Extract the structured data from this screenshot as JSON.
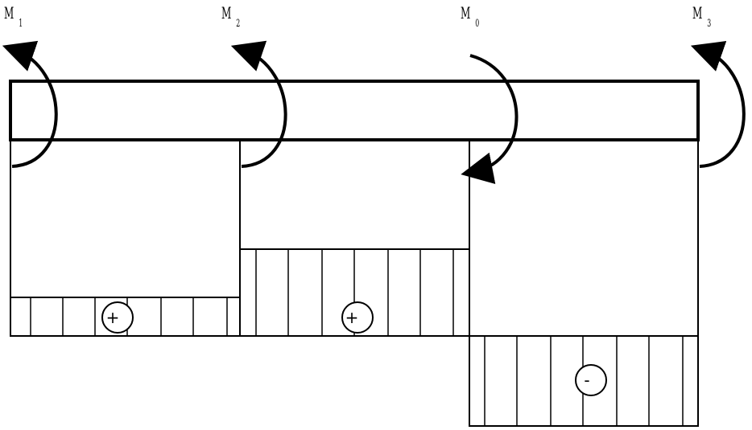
{
  "diagram": {
    "moments": [
      {
        "letter": "M",
        "subscript": "1",
        "direction": "counterclockwise"
      },
      {
        "letter": "M",
        "subscript": "2",
        "direction": "counterclockwise"
      },
      {
        "letter": "M",
        "subscript": "0",
        "direction": "clockwise"
      },
      {
        "letter": "M",
        "subscript": "3",
        "direction": "counterclockwise"
      }
    ],
    "segments": [
      {
        "sign": "+",
        "relative_value": 1
      },
      {
        "sign": "+",
        "relative_value": 2.25
      },
      {
        "sign": "-",
        "relative_value": -2.33
      }
    ],
    "colors": {
      "stroke": "#000000",
      "background": "#ffffff"
    }
  }
}
